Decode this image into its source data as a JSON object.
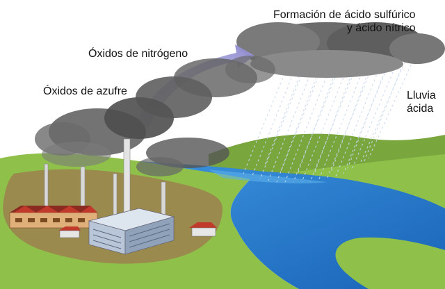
{
  "labels": {
    "nitrogen_oxides": "Óxidos de nitrógeno",
    "sulfur_oxides": "Óxidos de azufre",
    "formation_line1": "Formación de ácido sulfúrico",
    "formation_line2": "y ácido nítrico",
    "acid_rain_line1": "Lluvia",
    "acid_rain_line2": "ácida"
  },
  "colors": {
    "sky": "#ffffff",
    "grass_light": "#8fc14a",
    "grass_dark": "#6f9f3a",
    "soil": "#9a8a4e",
    "river": "#1e78c8",
    "river_light": "#4aa0e0",
    "smoke": "#4a4a4a",
    "cloud": "#6a6a6a",
    "arrow": "#a9a6d8",
    "rain": "#c8d8ee",
    "factory_red": "#c0392b",
    "building_blue": "#b8c6d8"
  }
}
